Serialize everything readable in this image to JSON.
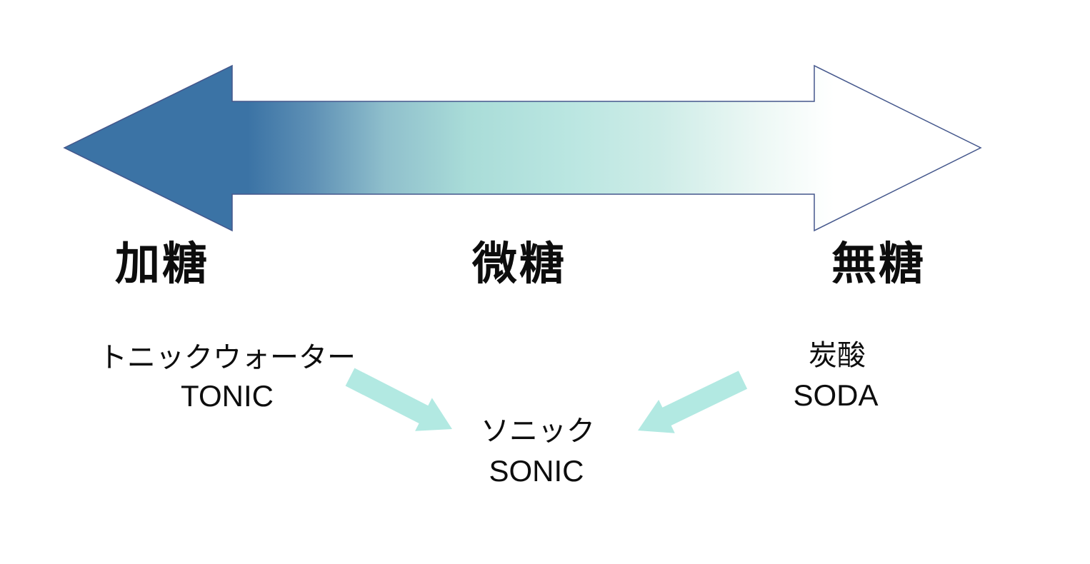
{
  "diagram": {
    "axis_labels": {
      "left": "加糖",
      "center": "微糖",
      "right": "無糖"
    },
    "items": {
      "tonic": {
        "jp": "トニックウォーター",
        "en": "TONIC"
      },
      "soda": {
        "jp": "炭酸",
        "en": "SODA"
      },
      "sonic": {
        "jp": "ソニック",
        "en": "SONIC"
      }
    },
    "colors": {
      "arrow_dark": "#3b73a5",
      "arrow_teal": "#bae6e1",
      "arrow_outline": "#44578c",
      "small_arrow": "#b2e9e2"
    }
  }
}
